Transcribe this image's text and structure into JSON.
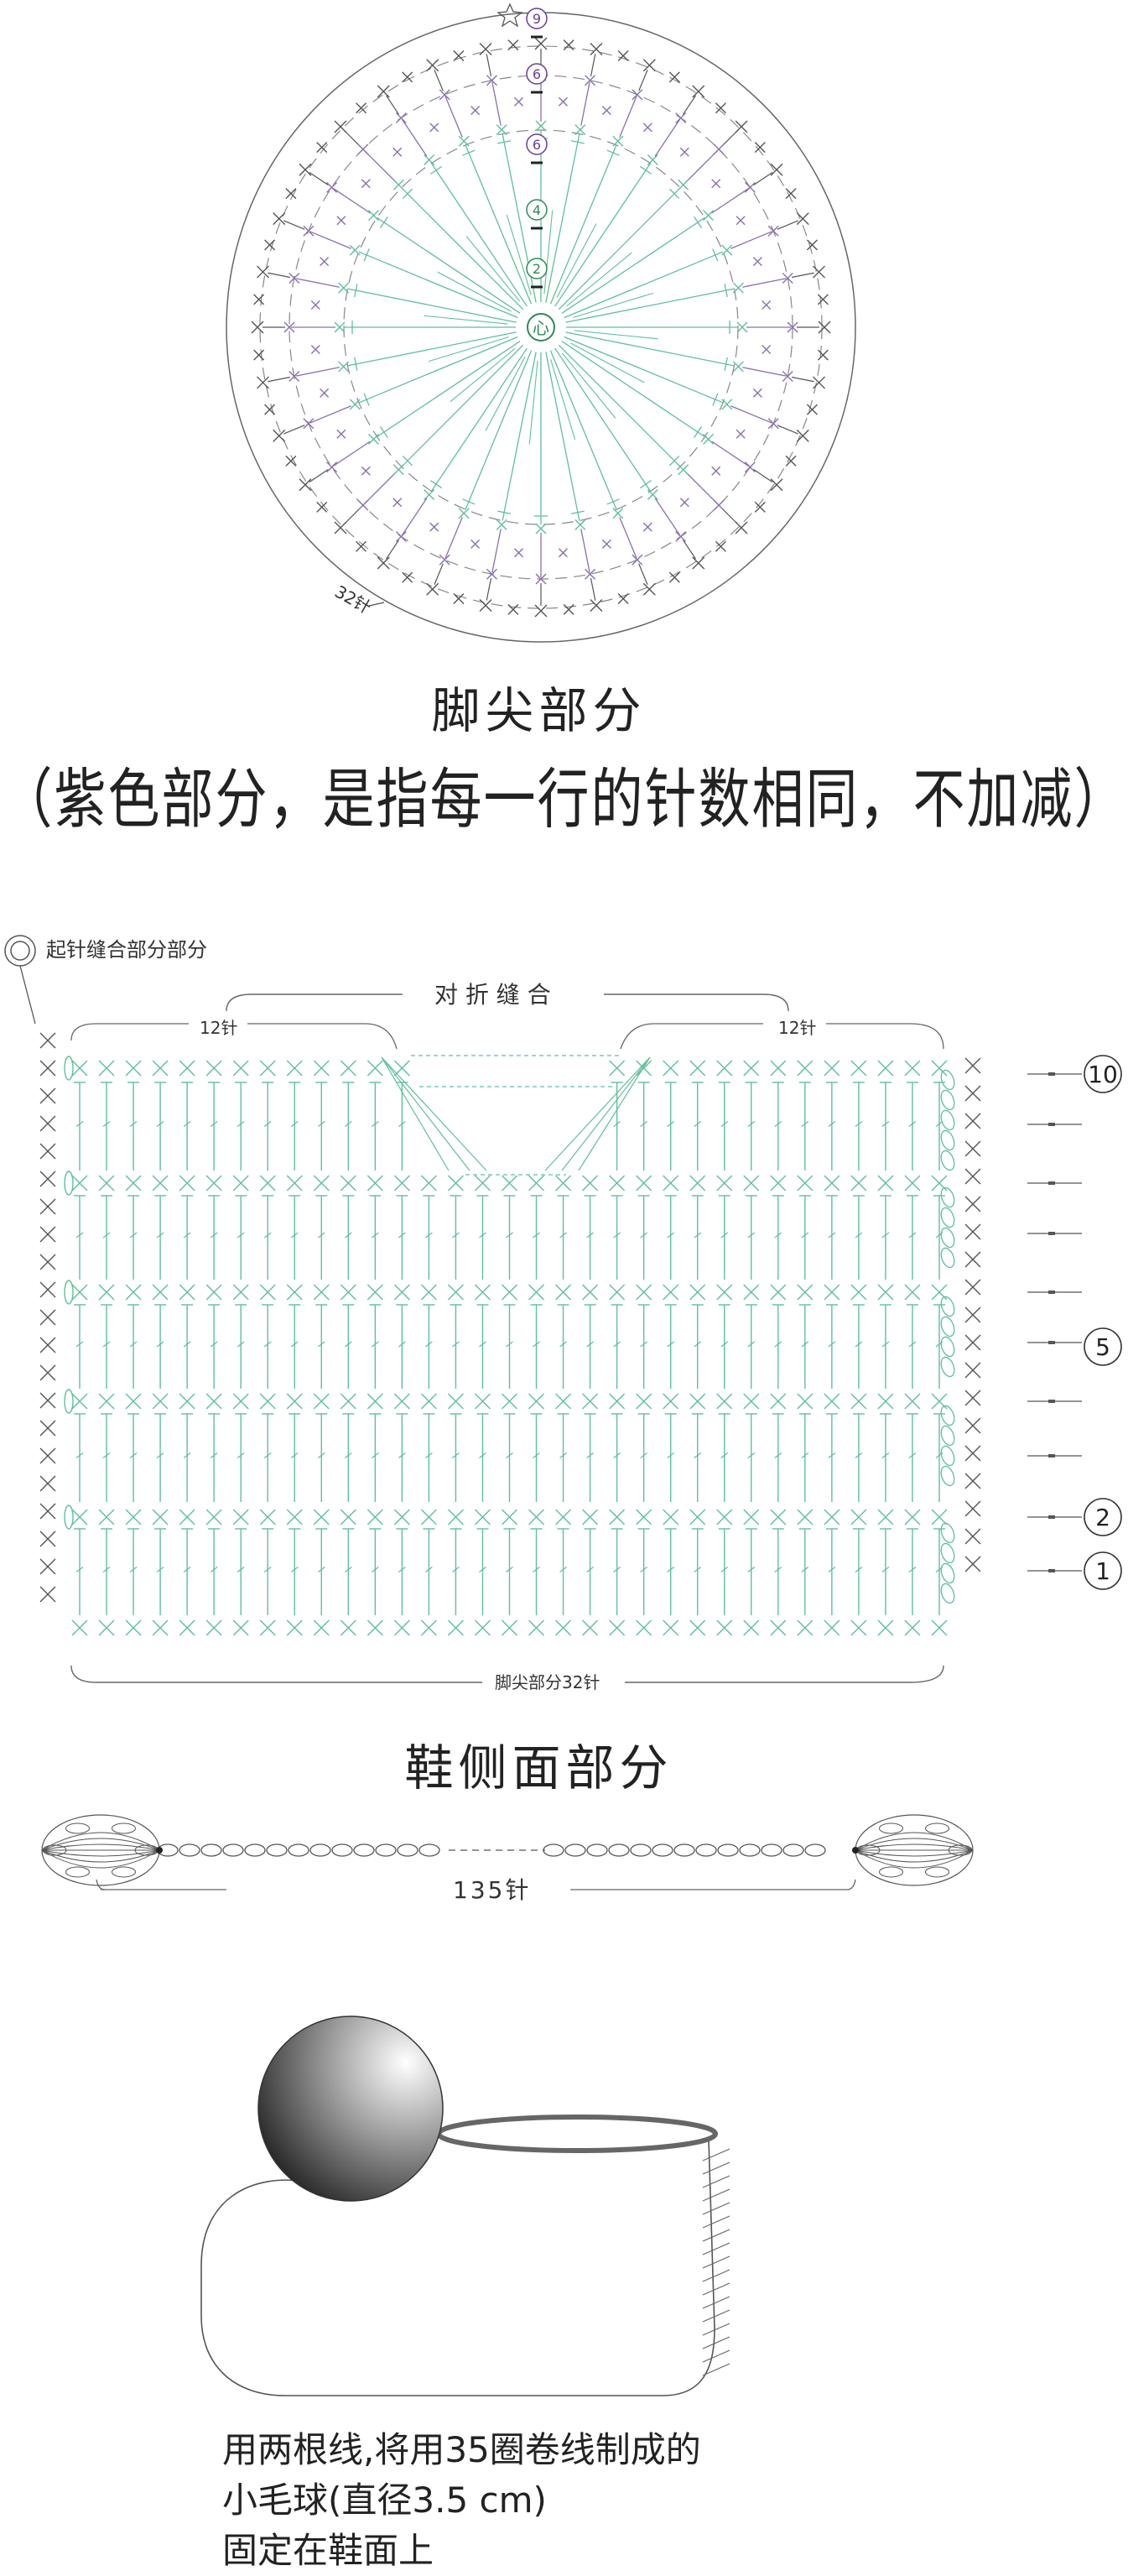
{
  "toe": {
    "stitch_count_label": "32针",
    "center_label": "心",
    "round_markers": [
      "9",
      "6",
      "6",
      "4",
      "2"
    ],
    "title": "脚尖部分",
    "note": "（紫色部分，是指每一行的针数相同，不加减）"
  },
  "side": {
    "start_label": "起针缝合部分部分",
    "fold_label": "对 折 缝 合",
    "left_count": "12针",
    "right_count": "12针",
    "bottom_count": "脚尖部分32针",
    "row_markers": [
      "10",
      "5",
      "2",
      "1"
    ],
    "title": "鞋侧面部分"
  },
  "cord": {
    "count_label": "135针"
  },
  "pompom": {
    "lines": [
      "用两根线,将用35圈卷线制成的",
      "小毛球(直径3.5 cm)",
      "固定在鞋面上"
    ]
  },
  "colors": {
    "green": "#5ec09a",
    "purple": "#8a6fb0",
    "line": "#555555",
    "ring": "#8a8a8a"
  }
}
